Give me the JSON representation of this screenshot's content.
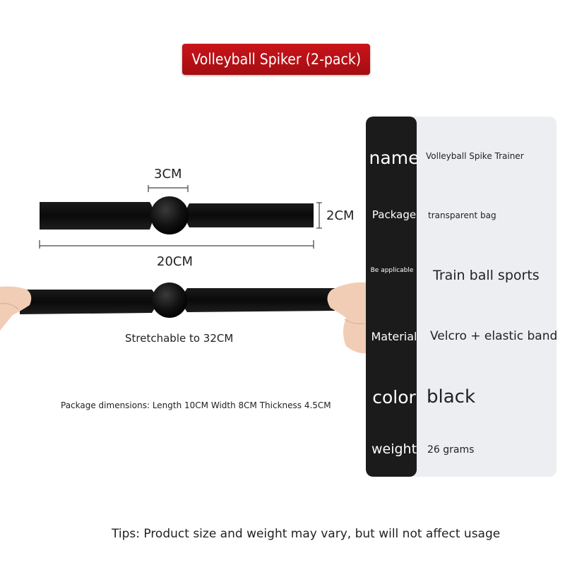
{
  "title": "Volleyball Spiker (2-pack)",
  "dimensions": {
    "ball_width": "3CM",
    "strap_height": "2CM",
    "strap_length": "20CM"
  },
  "stretch_caption": "Stretchable to 32CM",
  "package_dimensions": "Package dimensions: Length 10CM Width 8CM Thickness 4.5CM",
  "specs": [
    {
      "label": "name",
      "value": "Volleyball Spike Trainer"
    },
    {
      "label": "Package",
      "value": "transparent bag"
    },
    {
      "label": "Be applicable",
      "value": "Train ball sports"
    },
    {
      "label": "Material",
      "value": "Velcro + elastic band"
    },
    {
      "label": "color",
      "value": "black"
    },
    {
      "label": "weight",
      "value": "26 grams"
    }
  ],
  "tips": "Tips: Product size and weight may vary, but will not affect usage",
  "colors": {
    "banner": "#b8121a",
    "label_column": "#1b1b1b",
    "card_background": "#eceef2",
    "strap": "#0d0d0d"
  }
}
